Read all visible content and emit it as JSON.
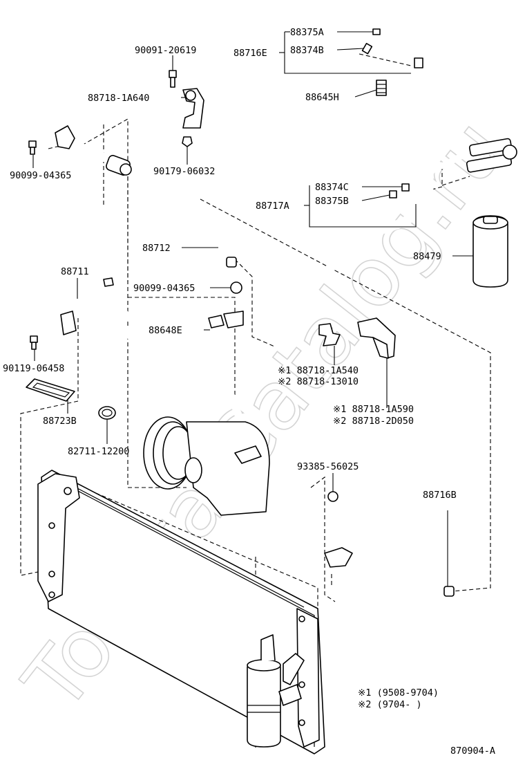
{
  "watermark": "Toyota-Catalog.ru",
  "labels": {
    "p88375A_top": "88375A",
    "p88374B": "88374B",
    "p88716E": "88716E",
    "p90091": "90091-20619",
    "p88718_1A640": "88718-1A640",
    "p88645H": "88645H",
    "p90099_a": "90099-04365",
    "p90179": "90179-06032",
    "p88374C": "88374C",
    "p88375B": "88375B",
    "p88717A": "88717A",
    "p88479": "88479",
    "p88712": "88712",
    "p88711": "88711",
    "p90099_b": "90099-04365",
    "p88648E": "88648E",
    "p90119": "90119-06458",
    "p88723B": "88723B",
    "p82711": "82711-12200",
    "note1_a": "※1 88718-1A540",
    "note2_a": "※2 88718-13010",
    "note1_b": "※1 88718-1A590",
    "note2_b": "※2 88718-2D050",
    "p93385": "93385-56025",
    "p88716B": "88716B",
    "legend1": "※1 (9508-9704)",
    "legend2": "※2 (9704-      )",
    "figure_id": "870904-A"
  }
}
